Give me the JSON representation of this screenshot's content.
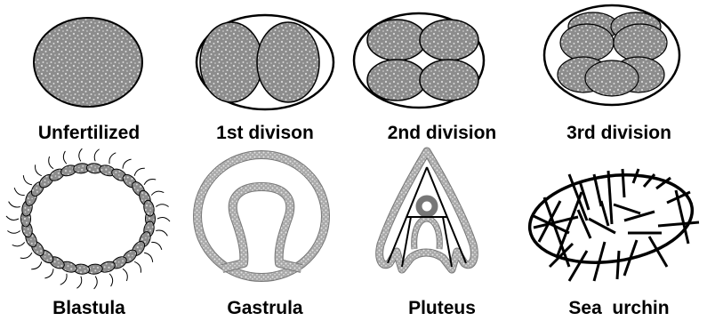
{
  "stages": [
    {
      "name": "unfertilized",
      "label": "Unfertilized"
    },
    {
      "name": "first-division",
      "label": "1st divison"
    },
    {
      "name": "second-division",
      "label": "2nd division"
    },
    {
      "name": "third-division",
      "label": "3rd division"
    },
    {
      "name": "blastula",
      "label": "Blastula"
    },
    {
      "name": "gastrula",
      "label": "Gastrula"
    },
    {
      "name": "pluteus",
      "label": "Pluteus"
    },
    {
      "name": "sea-urchin",
      "label": "Sea  urchin"
    }
  ],
  "colors": {
    "cell_fill": "#8c8c8c",
    "speckle": "#d9d9d9",
    "outline": "#000000",
    "background": "#ffffff"
  }
}
